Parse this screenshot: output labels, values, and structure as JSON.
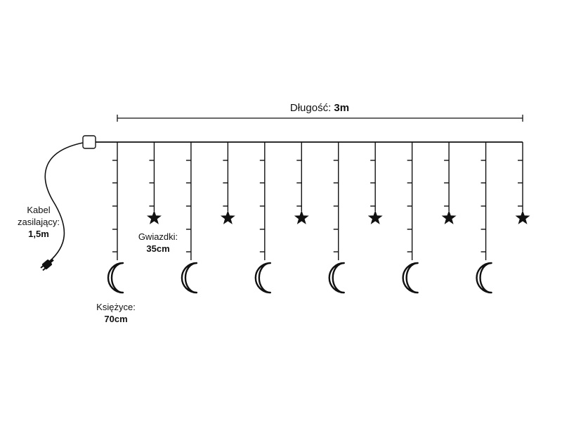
{
  "labels": {
    "length_text": "Długość:",
    "length_value": "3m",
    "cable_line1": "Kabel",
    "cable_line2": "zasilający:",
    "cable_value": "1,5m",
    "stars_text": "Gwiazdki:",
    "stars_value": "35cm",
    "moons_text": "Księżyce:",
    "moons_value": "70cm"
  },
  "colors": {
    "ink": "#111111",
    "background": "#ffffff"
  },
  "strands": {
    "moon_count": 6,
    "star_count": 6,
    "pattern": [
      "moon",
      "star"
    ]
  },
  "icons": [
    "moon-icon",
    "star-icon",
    "plug-icon",
    "controller-box-icon"
  ]
}
